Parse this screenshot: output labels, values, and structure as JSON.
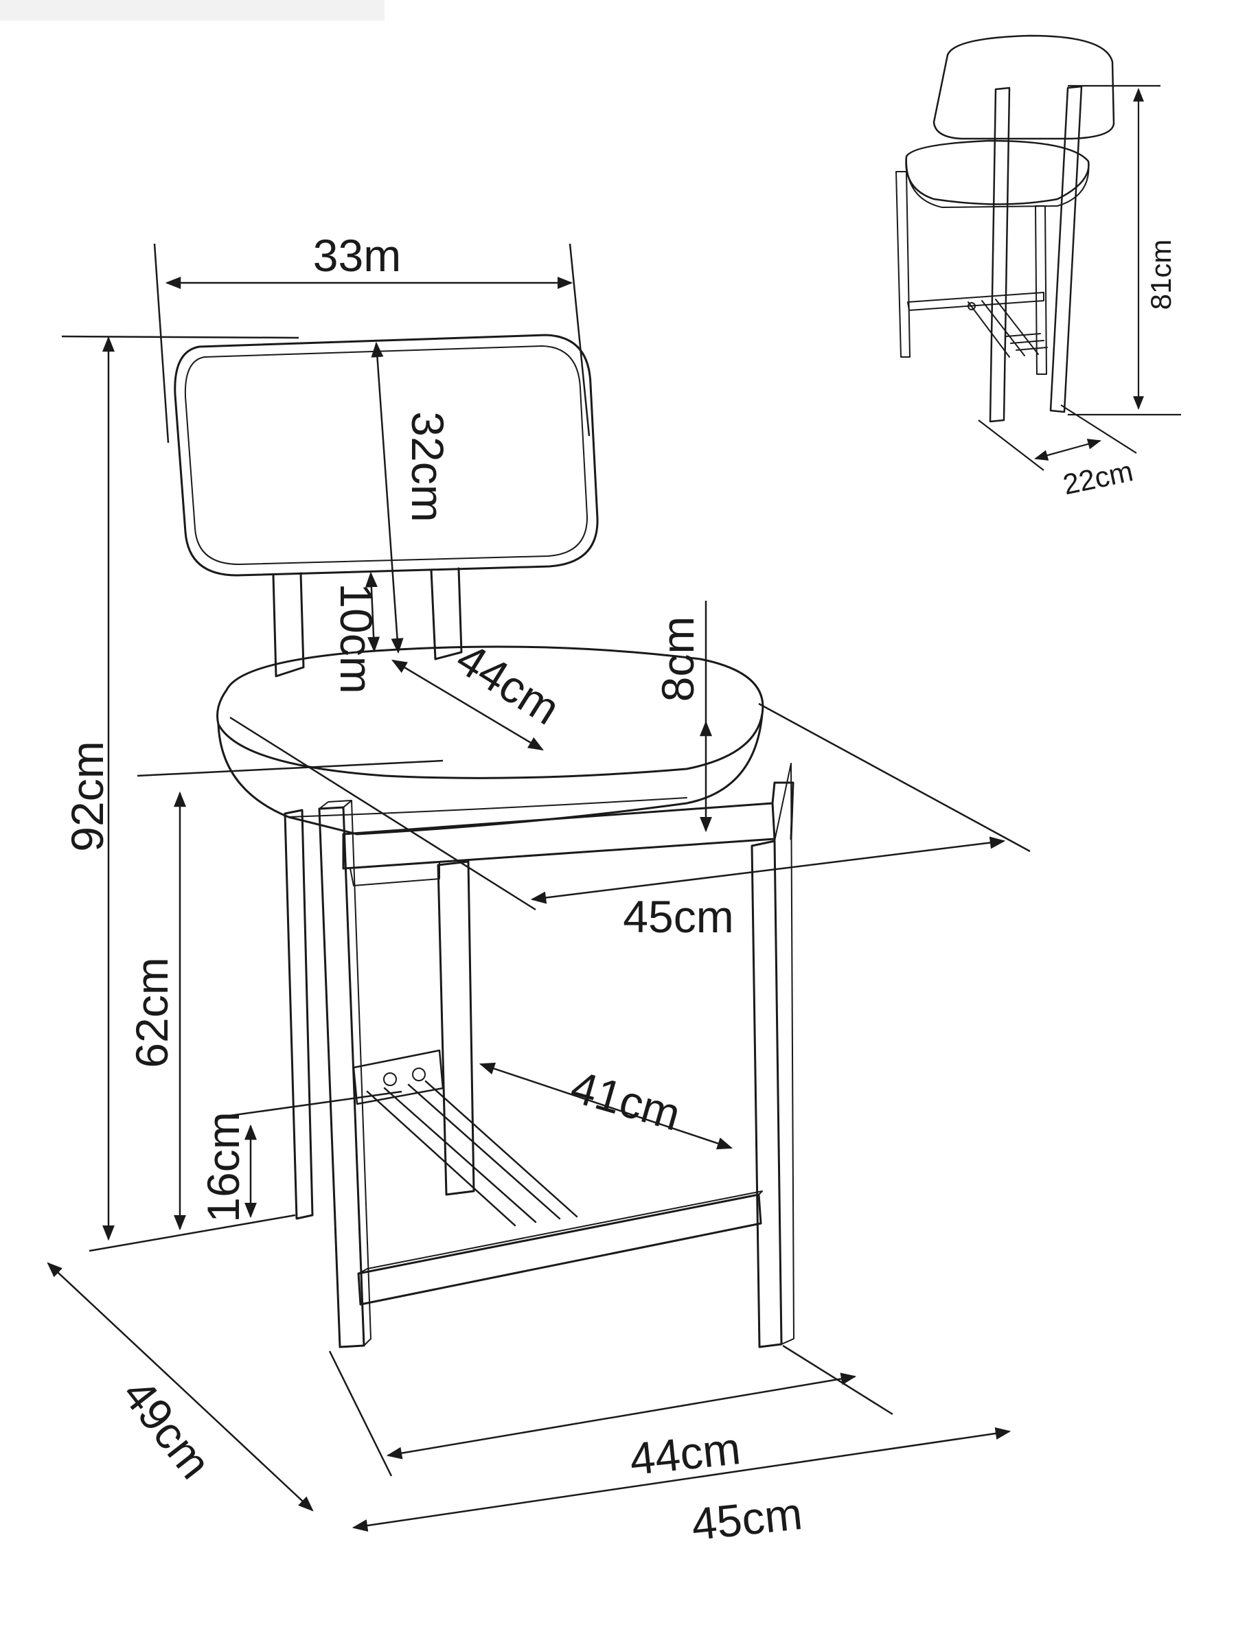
{
  "main_view": {
    "backrest_width": "33m",
    "backrest_height": "32cm",
    "backrest_gap": "10cm",
    "seat_depth": "44cm",
    "seat_thickness": "8cm",
    "seat_width": "45cm",
    "total_height": "92cm",
    "seat_height": "62cm",
    "footrest_height": "16cm",
    "footrest_width": "41cm",
    "base_depth": "49cm",
    "base_width_inner": "44cm",
    "base_width_outer": "45cm"
  },
  "inset_view": {
    "back_height": "81cm",
    "leg_depth": "22cm"
  },
  "colors": {
    "line": "#1a1a1a",
    "background": "#ffffff"
  }
}
